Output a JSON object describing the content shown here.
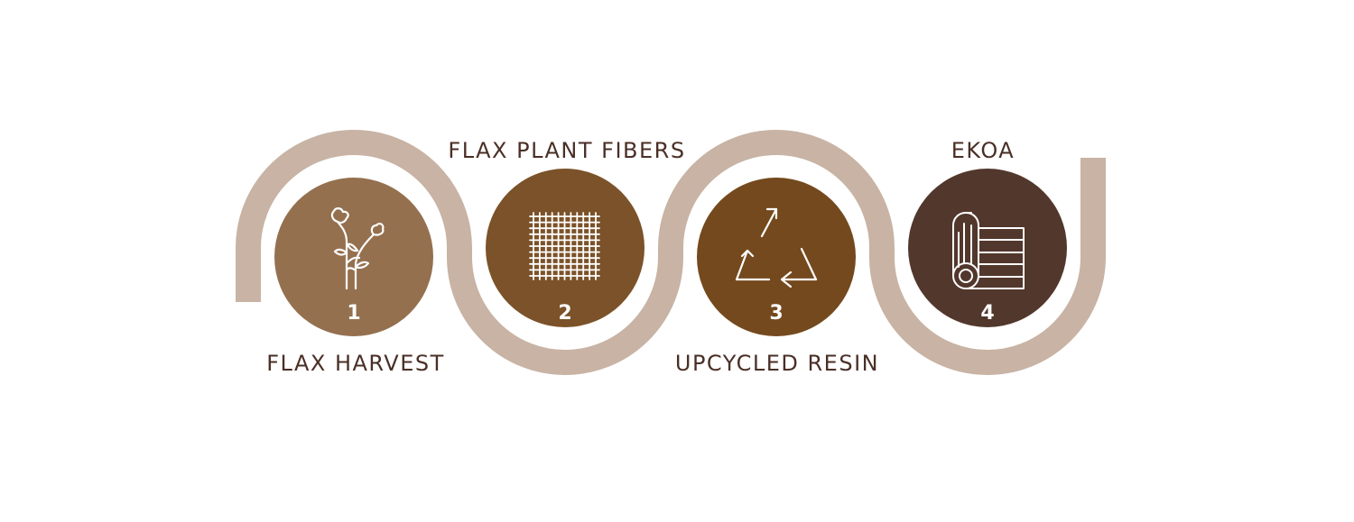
{
  "colors": {
    "path": "#c8b3a4",
    "label_text": "#4a2f26",
    "circle_1": "#94704f",
    "circle_2": "#7b5229",
    "circle_3": "#74491d",
    "circle_4": "#52372c"
  },
  "steps": [
    {
      "number": "1",
      "label": "FLAX HARVEST",
      "icon": "flax-plant-icon"
    },
    {
      "number": "2",
      "label": "FLAX PLANT FIBERS",
      "icon": "fiber-grid-icon"
    },
    {
      "number": "3",
      "label": "UPCYCLED RESIN",
      "icon": "recycle-icon"
    },
    {
      "number": "4",
      "label": "EKOA",
      "icon": "fabric-roll-icon"
    }
  ]
}
